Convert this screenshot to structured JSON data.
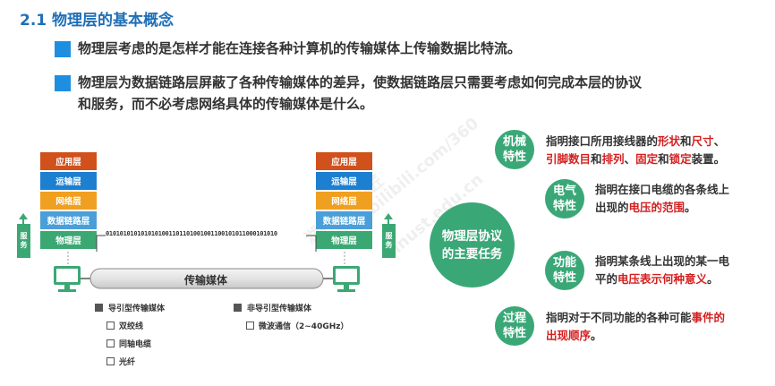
{
  "title": "2.1 物理层的基本概念",
  "bullets": [
    "物理层考虑的是怎样才能在连接各种计算机的传输媒体上传输数据比特流。",
    "物理层为数据链路层屏蔽了各种传输媒体的差异，使数据链路层只需要考虑如何完成本层的协议",
    "和服务，而不必考虑网络具体的传输媒体是什么。"
  ],
  "diagram": {
    "layers": [
      "应用层",
      "运输层",
      "网络层",
      "数据链路层",
      "物理层"
    ],
    "layer_colors": [
      "#d0511c",
      "#1d7fd0",
      "#f0a020",
      "#4a9fd8",
      "#3ba874"
    ],
    "service_chars": [
      "服",
      "务"
    ],
    "bit_stream": "0101010101010101001101101001001100101011000101010",
    "medium_label": "传输媒体",
    "guided": {
      "label": "导引型传输媒体",
      "items": [
        "双绞线",
        "同轴电缆",
        "光纤"
      ]
    },
    "unguided": {
      "label": "非导引型传输媒体",
      "items": [
        "微波通信（2~40GHz）"
      ]
    }
  },
  "concepts": {
    "center": [
      "物理层协议",
      "的主要任务"
    ],
    "mechanical": {
      "label": [
        "机械",
        "特性"
      ],
      "lines": [
        [
          {
            "t": "指明接口所用接线器的"
          },
          {
            "t": "形状",
            "r": true
          },
          {
            "t": "和"
          },
          {
            "t": "尺寸",
            "r": true
          },
          {
            "t": "、"
          }
        ],
        [
          {
            "t": "引脚数目",
            "r": true
          },
          {
            "t": "和"
          },
          {
            "t": "排列",
            "r": true
          },
          {
            "t": "、"
          },
          {
            "t": "固定",
            "r": true
          },
          {
            "t": "和"
          },
          {
            "t": "锁定",
            "r": true
          },
          {
            "t": "装置。"
          }
        ]
      ]
    },
    "electrical": {
      "label": [
        "电气",
        "特性"
      ],
      "lines": [
        [
          {
            "t": "指明在接口电缆的各条线上"
          }
        ],
        [
          {
            "t": "出现的"
          },
          {
            "t": "电压的范围",
            "r": true
          },
          {
            "t": "。"
          }
        ]
      ]
    },
    "functional": {
      "label": [
        "功能",
        "特性"
      ],
      "lines": [
        [
          {
            "t": "指明某条线上出现的某一电"
          }
        ],
        [
          {
            "t": "平的"
          },
          {
            "t": "电压表示何种意义",
            "r": true
          },
          {
            "t": "。"
          }
        ]
      ]
    },
    "procedural": {
      "label": [
        "过程",
        "特性"
      ],
      "lines": [
        [
          {
            "t": "指明对于不同功能的各种可能"
          },
          {
            "t": "事件的",
            "r": true
          }
        ],
        [
          {
            "t": "出现顺序",
            "r": true
          },
          {
            "t": "。"
          }
        ]
      ]
    }
  },
  "watermark": [
    "湖科大教书匠",
    "bilibili.com/360",
    "hnust.edu.cn"
  ],
  "colors": {
    "title": "#1f6fb7",
    "bullet": "#1e8fe0",
    "circle": "#3aa777",
    "highlight": "#d42020",
    "monitor": "#3ba874"
  }
}
